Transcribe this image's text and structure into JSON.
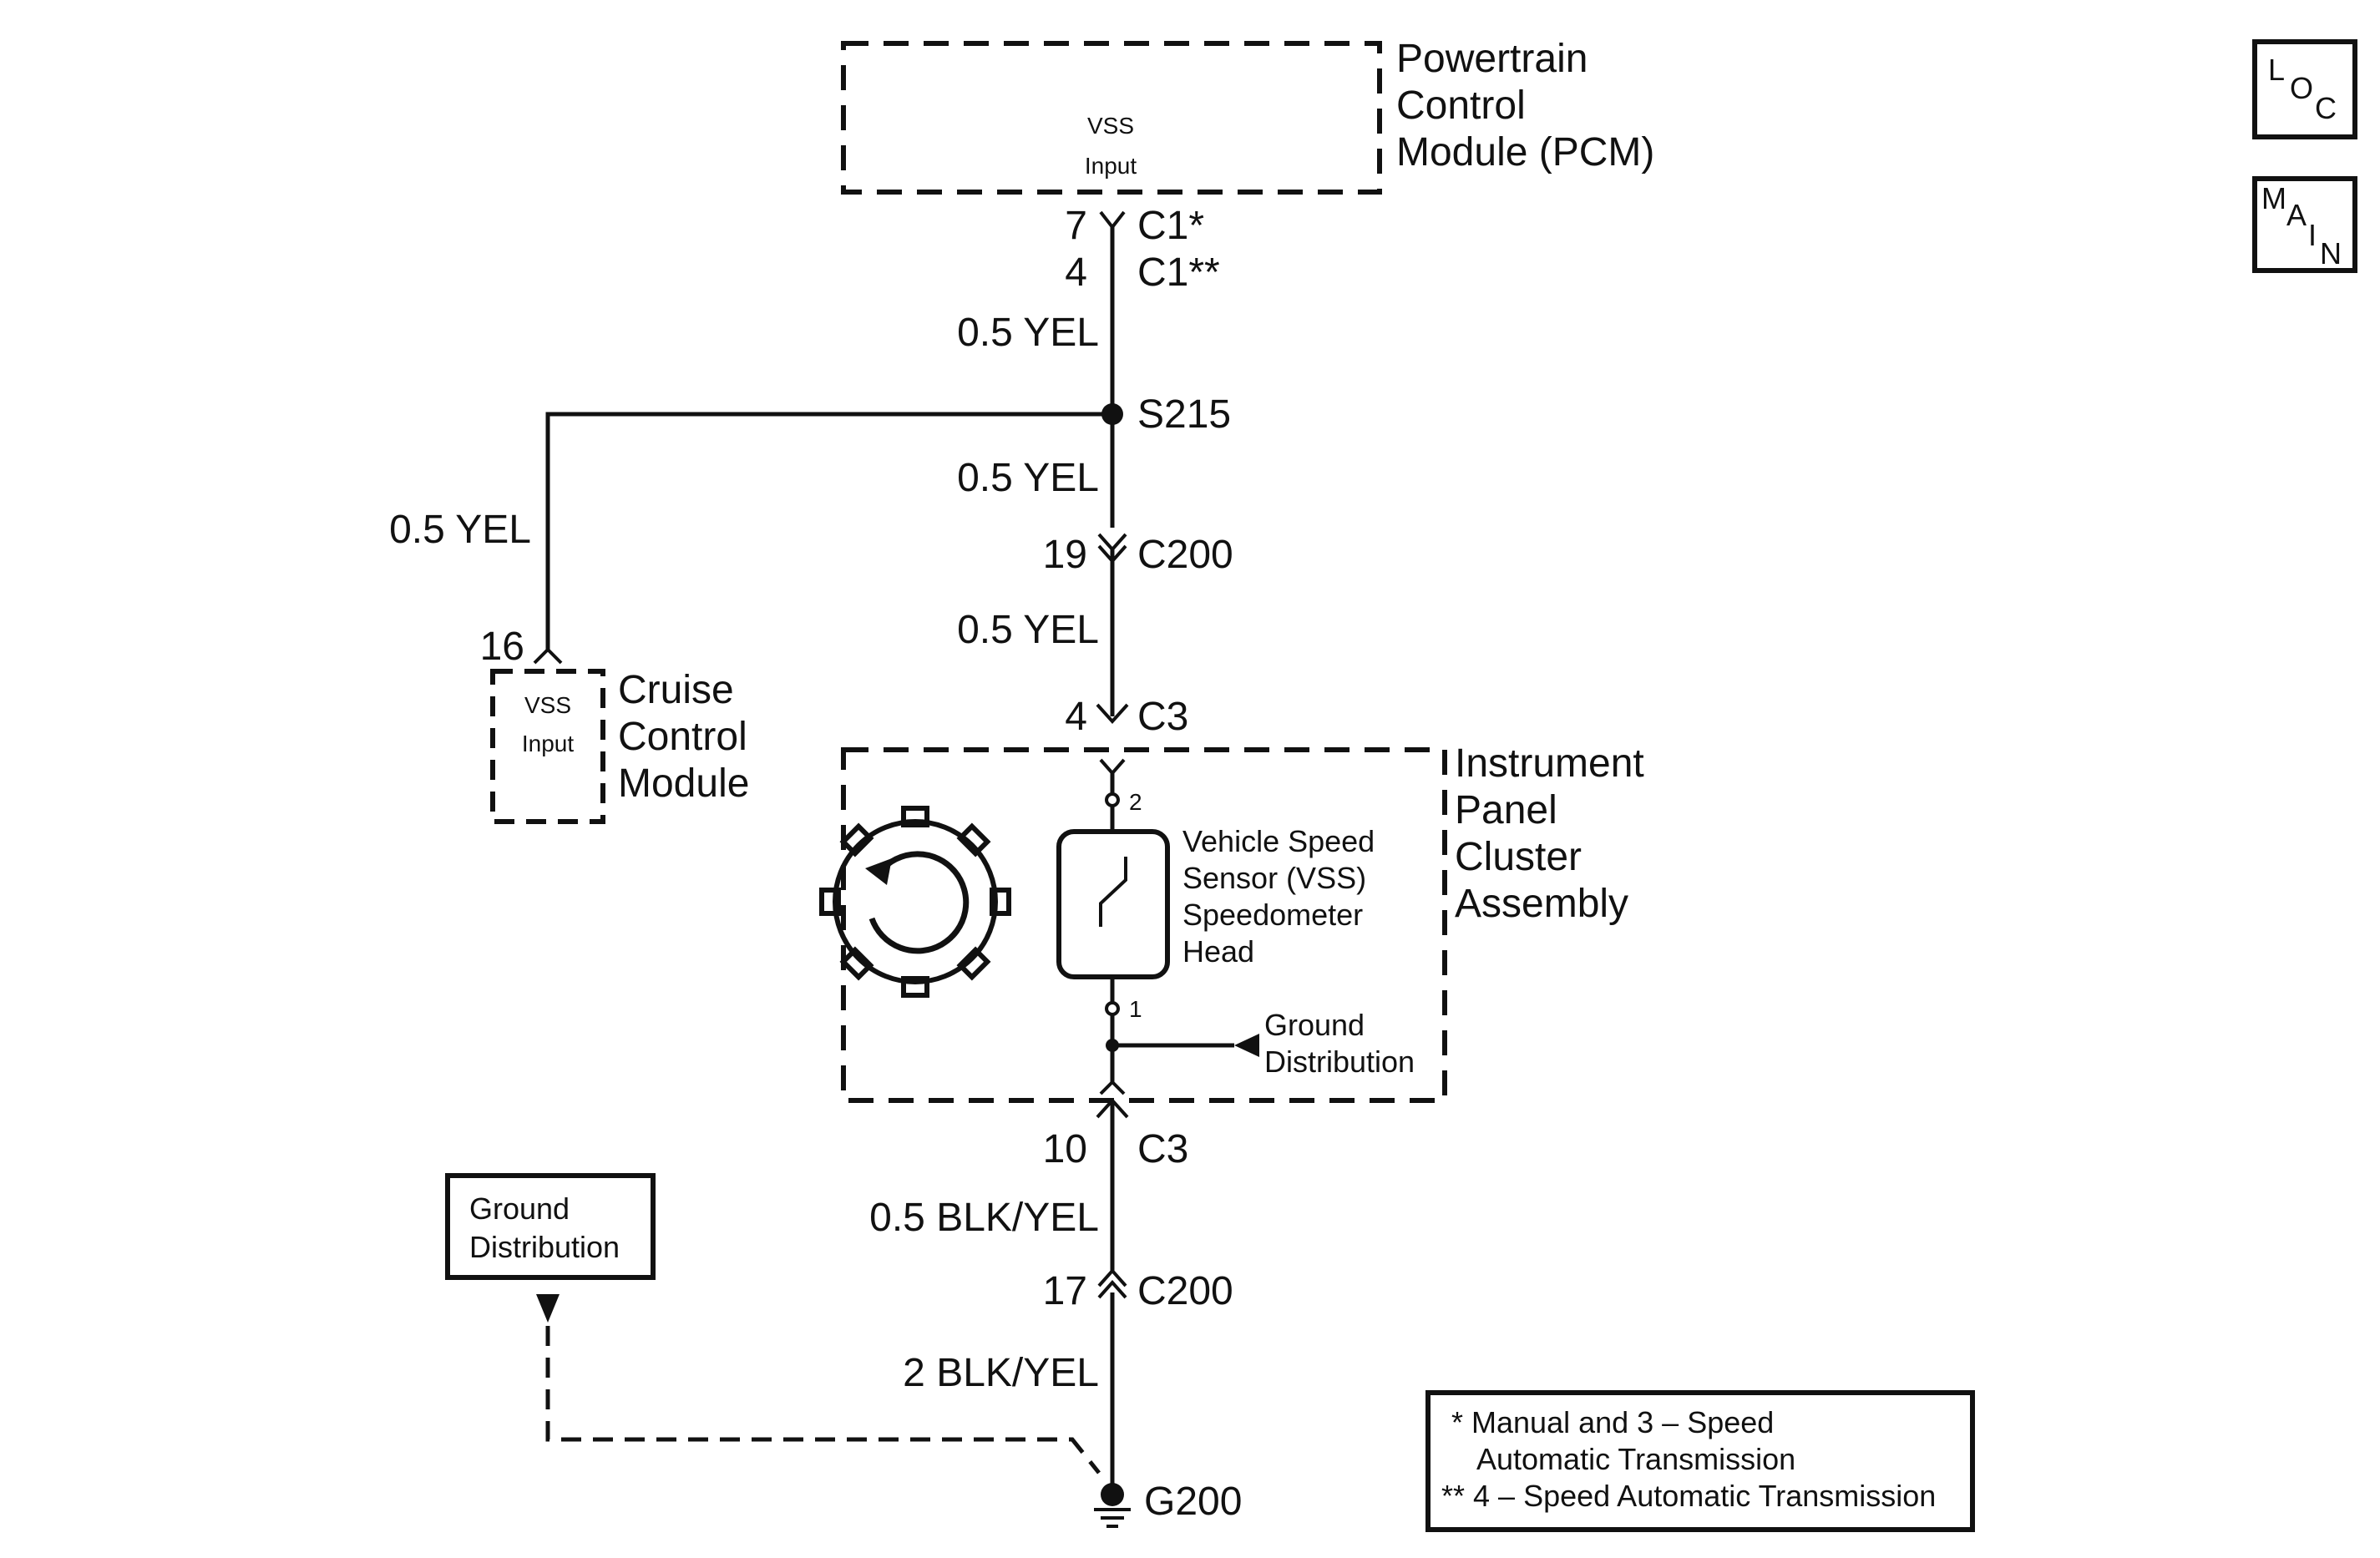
{
  "pcm": {
    "title_lines": [
      "Powertrain",
      "Control",
      "Module (PCM)"
    ],
    "input_lines": [
      "VSS",
      "Input"
    ],
    "pin_a": "7",
    "conn_a": "C1*",
    "pin_b": "4",
    "conn_b": "C1**"
  },
  "wires": {
    "w1": "0.5 YEL",
    "w2": "0.5 YEL",
    "w3": "0.5 YEL",
    "w_cruise": "0.5 YEL",
    "w_ground1": "0.5 BLK/YEL",
    "w_ground2": "2 BLK/YEL"
  },
  "splice": "S215",
  "c200_top": {
    "pin": "19",
    "conn": "C200"
  },
  "c3_top": {
    "pin": "4",
    "conn": "C3"
  },
  "c3_bottom": {
    "pin": "10",
    "conn": "C3"
  },
  "c200_bottom": {
    "pin": "17",
    "conn": "C200"
  },
  "cruise": {
    "pin": "16",
    "input_lines": [
      "VSS",
      "Input"
    ],
    "title_lines": [
      "Cruise",
      "Control",
      "Module"
    ]
  },
  "ipc": {
    "title_lines": [
      "Instrument",
      "Panel",
      "Cluster",
      "Assembly"
    ],
    "sensor_lines": [
      "Vehicle Speed",
      "Sensor (VSS)",
      "Speedometer",
      "Head"
    ],
    "pin_top": "2",
    "pin_bottom": "1",
    "ground_lines": [
      "Ground",
      "Distribution"
    ]
  },
  "ground_box_lines": [
    "Ground",
    "Distribution"
  ],
  "ground": "G200",
  "legend_lines": [
    "* Manual and 3 – Speed",
    "Automatic Transmission",
    "** 4 – Speed Automatic Transmission"
  ],
  "nav": {
    "loc": [
      "L",
      "O",
      "C"
    ],
    "main": [
      "M",
      "A",
      "I",
      "N"
    ]
  }
}
